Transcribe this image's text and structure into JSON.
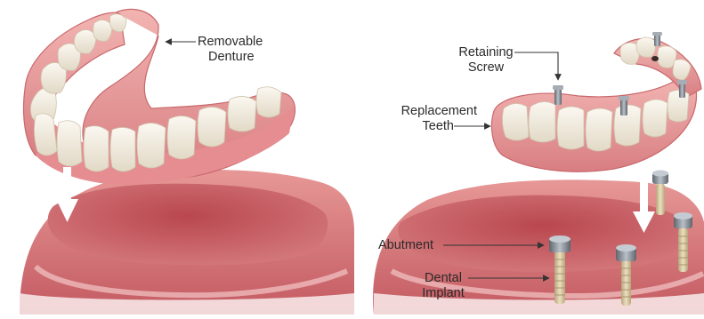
{
  "labels": {
    "removable_denture": [
      "Removable",
      "Denture"
    ],
    "retaining_screw": [
      "Retaining",
      "Screw"
    ],
    "replacement_teeth": [
      "Replacement",
      "Teeth"
    ],
    "abutment": [
      "Abutment"
    ],
    "dental_implant": [
      "Dental",
      "Implant"
    ]
  },
  "colors": {
    "gum": "#e99a9a",
    "gum_dark": "#c55e63",
    "gum_inner": "#b8464e",
    "tooth": "#f4efe4",
    "tooth_shadow": "#d9d0bd",
    "metal": "#8d949c",
    "implant": "#d6c6a0",
    "arrow": "#ffffff",
    "leader": "#333333"
  }
}
